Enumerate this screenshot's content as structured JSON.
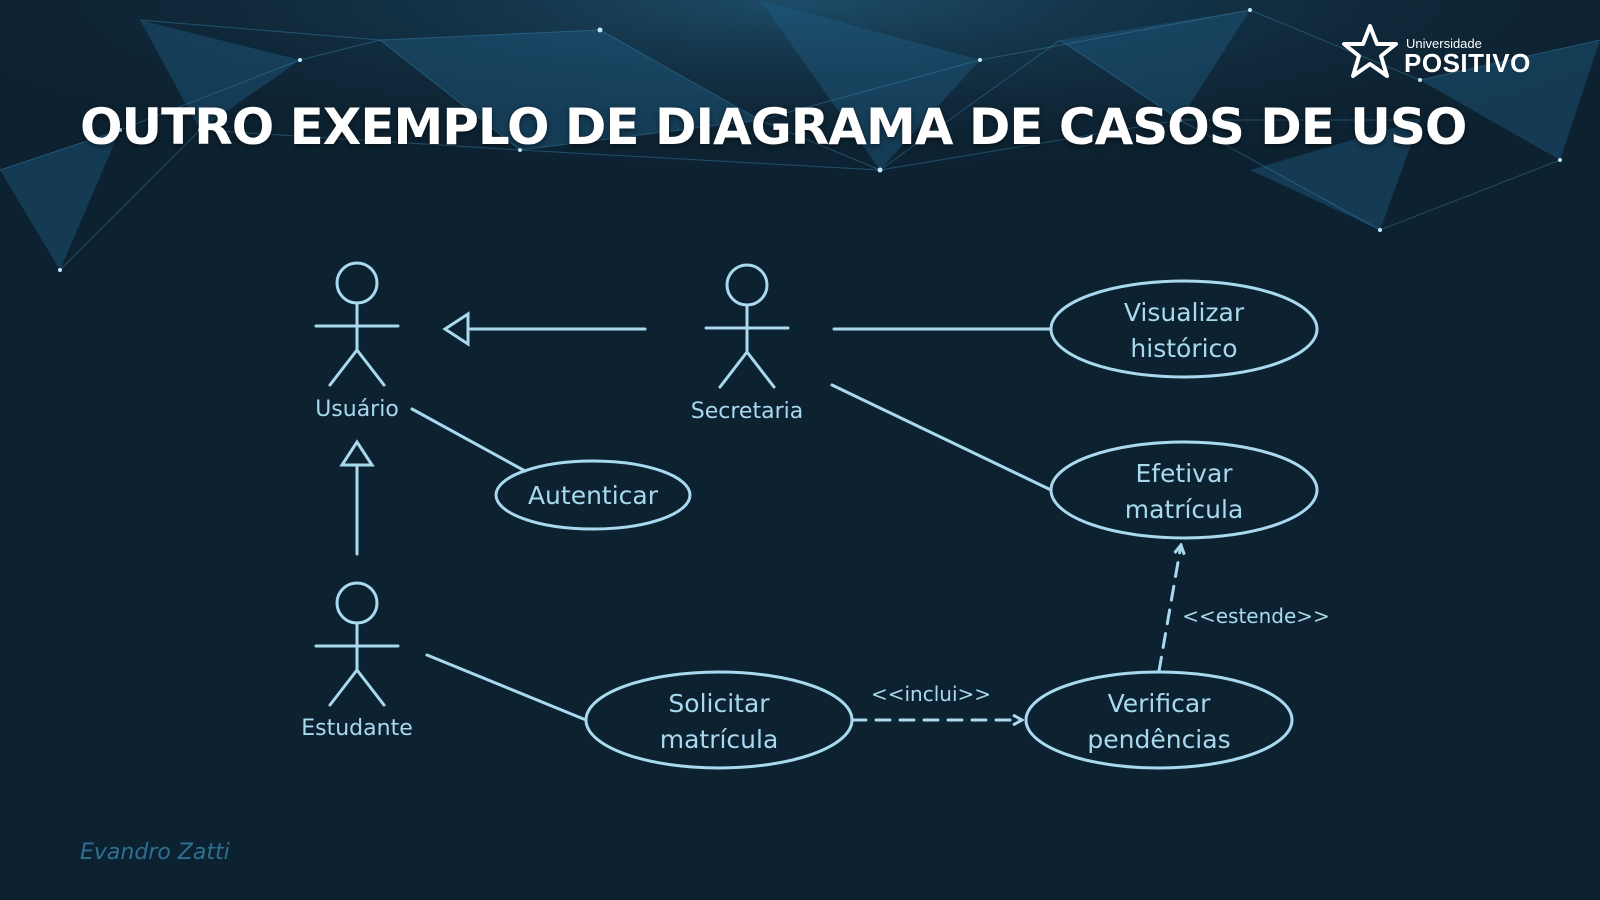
{
  "title": "OUTRO EXEMPLO DE DIAGRAMA DE CASOS DE USO",
  "logo": {
    "small": "Universidade",
    "big": "POSITIVO",
    "icon": "star-icon"
  },
  "author": "Evandro Zatti",
  "colors": {
    "background": "#0d2231",
    "diagram_line": "#a9d9ef",
    "title": "#ffffff",
    "author": "#2e6f92"
  },
  "diagram": {
    "actors": {
      "usuario": "Usuário",
      "secretaria": "Secretaria",
      "estudante": "Estudante"
    },
    "use_cases": {
      "autenticar": [
        "Autenticar"
      ],
      "visualizar": [
        "Visualizar",
        "histórico"
      ],
      "efetivar": [
        "Efetivar",
        "matrícula"
      ],
      "solicitar": [
        "Solicitar",
        "matrícula"
      ],
      "verificar": [
        "Verificar",
        "pendências"
      ]
    },
    "stereotypes": {
      "inclui": "<<inclui>>",
      "estende": "<<estende>>"
    }
  }
}
